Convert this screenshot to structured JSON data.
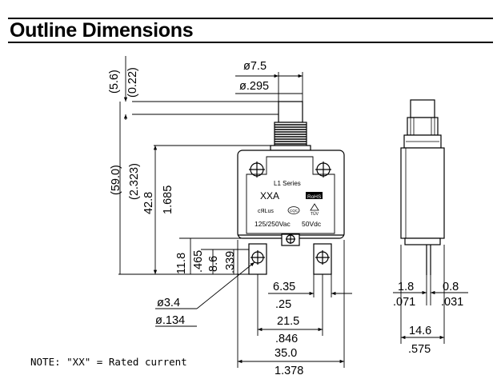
{
  "title": "Outline Dimensions",
  "note": "NOTE: \"XX\" = Rated current",
  "label": {
    "series": "L1 Series",
    "rating": "XXA",
    "rohs": "RoHS",
    "ul": "cЯLus",
    "cqc": "CQC",
    "tuv": "TÜV",
    "voltage_ac": "125/250Vac",
    "voltage_dc": "50Vdc"
  },
  "dims": {
    "button_dia_mm": "ø7.5",
    "button_dia_in": "ø.295",
    "top_gap_mm": "(5.6)",
    "top_gap_in": "(0.22)",
    "overall_h_mm": "(59.0)",
    "overall_h_in": "(2.323)",
    "body_h_mm": "42.8",
    "body_h_in": "1.685",
    "term_a_mm": "11.8",
    "term_a_in": ".465",
    "term_b_mm": "8.6",
    "term_b_in": ".339",
    "hole_dia_mm": "ø3.4",
    "hole_dia_in": "ø.134",
    "term_w_mm": "6.35",
    "term_w_in": ".25",
    "term_span_mm": "21.5",
    "term_span_in": ".846",
    "body_w_mm": "35.0",
    "body_w_in": "1.378",
    "side_a_mm": "1.8",
    "side_a_in": ".071",
    "side_b_mm": "0.8",
    "side_b_in": ".031",
    "side_w_mm": "14.6",
    "side_w_in": ".575"
  }
}
